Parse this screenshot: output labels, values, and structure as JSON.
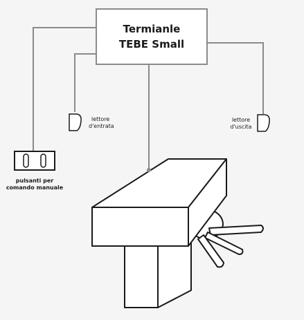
{
  "terminal": {
    "line1": "Termianle",
    "line2": "TEBE Small"
  },
  "entry_reader": {
    "line1": "lettore",
    "line2": "d'entrata"
  },
  "exit_reader": {
    "line1": "lettore",
    "line2": "d'uscita"
  },
  "buttons": {
    "line1": "pulsanti per",
    "line2": "comando manuale"
  },
  "colors": {
    "line": "#8a8a8a",
    "outline": "#1a1a1a",
    "fill": "#ffffff",
    "background": "#f5f5f5"
  }
}
